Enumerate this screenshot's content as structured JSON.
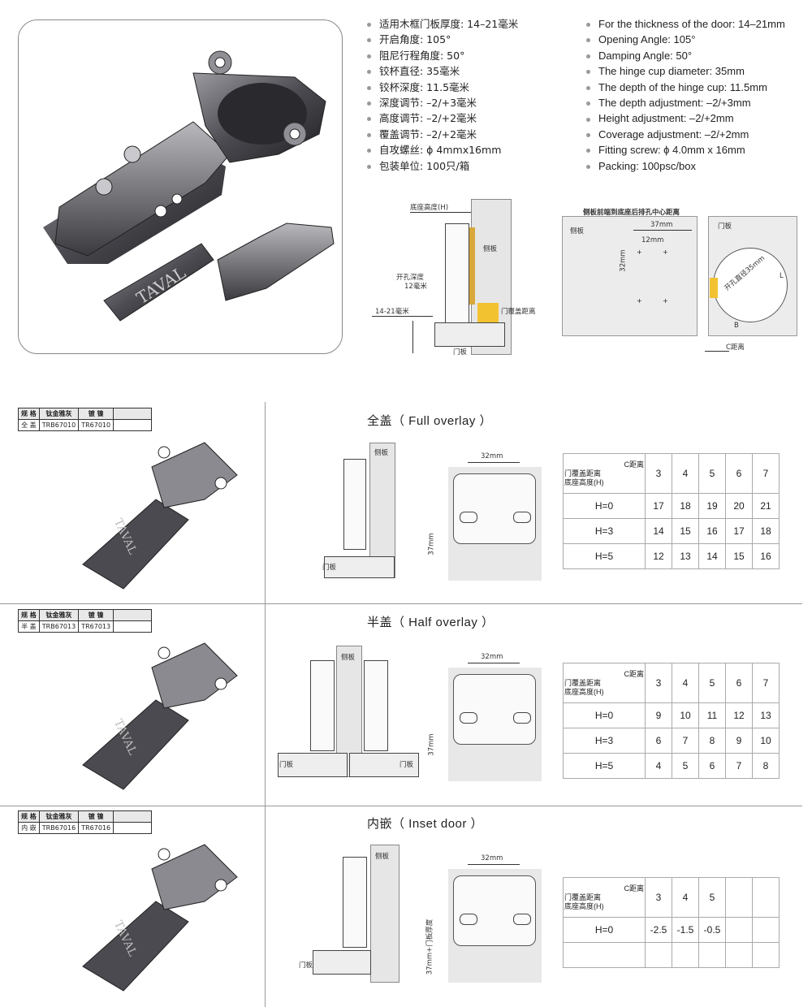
{
  "specs_cn": [
    "适用木框门板厚度: 14–21毫米",
    "开启角度: 105°",
    "阻尼行程角度: 50°",
    "铰杯直径: 35毫米",
    "铰杯深度: 11.5毫米",
    "深度调节: –2/+3毫米",
    "高度调节: –2/+2毫米",
    "覆盖调节: –2/+2毫米",
    "自攻螺丝: ϕ 4mmx16mm",
    "包装单位: 100只/箱"
  ],
  "specs_en": [
    "For the thickness of the door: 14–21mm",
    "Opening Angle: 105°",
    "Damping Angle: 50°",
    "The hinge cup diameter: 35mm",
    "The depth of the hinge cup: 11.5mm",
    "The depth adjustment: –2/+3mm",
    "Height adjustment: –2/+2mm",
    "Coverage adjustment: –2/+2mm",
    "Fitting screw: ϕ 4.0mm x 16mm",
    "Packing: 100psc/box"
  ],
  "brand": "TAVAL",
  "diagram1": {
    "base_height": "底座高度(H)",
    "side_panel": "侧板",
    "hole_depth": "开孔深度",
    "hole_depth_val": "12毫米",
    "thickness": "14-21毫米",
    "overlay_dist": "门覆盖距离",
    "door": "门板"
  },
  "diagram2": {
    "title": "侧板前端到底座后排孔中心距离",
    "side_panel": "侧板",
    "door": "门板",
    "d37": "37mm",
    "d12": "12mm",
    "d32": "32mm",
    "cup_dia": "开孔直径35mm",
    "l": "L",
    "b": "B",
    "c": "C距离"
  },
  "code_header": [
    "规 格",
    "钛金雅灰",
    "镀 镍"
  ],
  "sections": [
    {
      "type": "全 盖",
      "grey": "TRB67010",
      "nickel": "TR67010",
      "title": "全盖（ Full overlay ）",
      "cols": [
        "3",
        "4",
        "5",
        "6",
        "7"
      ],
      "rows": [
        [
          "H=0",
          "17",
          "18",
          "19",
          "20",
          "21"
        ],
        [
          "H=3",
          "14",
          "15",
          "16",
          "17",
          "18"
        ],
        [
          "H=5",
          "12",
          "13",
          "14",
          "15",
          "16"
        ]
      ],
      "side": "侧板",
      "door": "门板",
      "w": "32mm",
      "h": "37mm"
    },
    {
      "type": "半 盖",
      "grey": "TRB67013",
      "nickel": "TR67013",
      "title": "半盖（ Half overlay ）",
      "cols": [
        "3",
        "4",
        "5",
        "6",
        "7"
      ],
      "rows": [
        [
          "H=0",
          "9",
          "10",
          "11",
          "12",
          "13"
        ],
        [
          "H=3",
          "6",
          "7",
          "8",
          "9",
          "10"
        ],
        [
          "H=5",
          "4",
          "5",
          "6",
          "7",
          "8"
        ]
      ],
      "side": "侧板",
      "door": "门板",
      "w": "32mm",
      "h": "37mm"
    },
    {
      "type": "内 嵌",
      "grey": "TRB67016",
      "nickel": "TR67016",
      "title": "内嵌（ Inset door ）",
      "cols": [
        "3",
        "4",
        "5"
      ],
      "rows": [
        [
          "H=0",
          "-2.5",
          "-1.5",
          "-0.5"
        ],
        [
          "",
          "",
          "",
          ""
        ]
      ],
      "side": "侧板",
      "door": "门板",
      "w": "32mm",
      "h": "37mm+门板厚度"
    }
  ],
  "table_head": {
    "c": "C距离",
    "overlay": "门覆盖距离",
    "base": "底座高度(H)"
  }
}
